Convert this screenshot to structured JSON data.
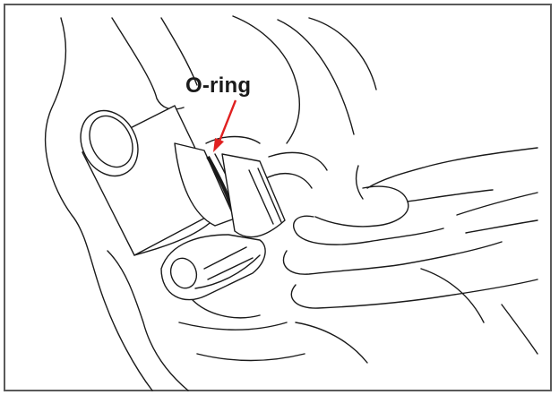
{
  "figure": {
    "callout_label": "O-ring",
    "arrow_color": "#e02020",
    "line_color": "#1a1a1a",
    "icons": [
      "sensor-with-o-ring-illustration",
      "hand-illustration",
      "red-arrow"
    ]
  }
}
